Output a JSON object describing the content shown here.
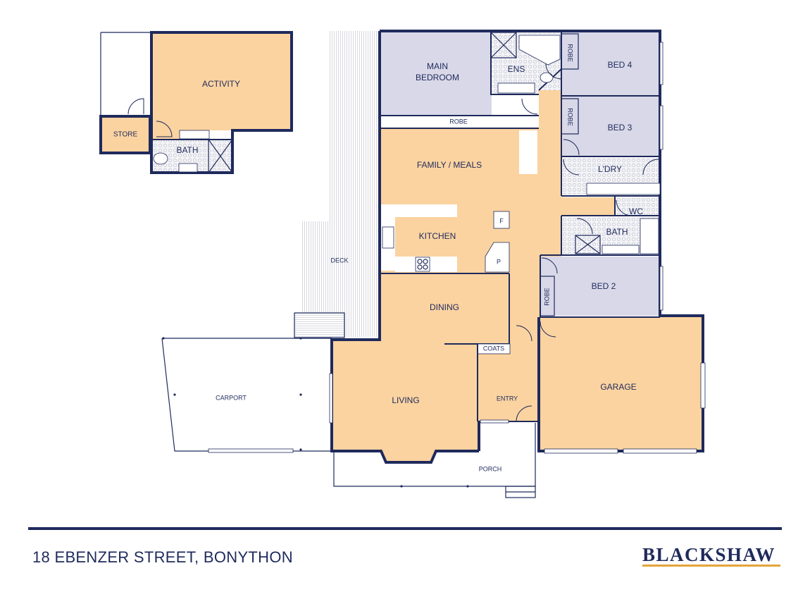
{
  "rooms": {
    "activity": "ACTIVITY",
    "store": "STORE",
    "studio_bath": "BATH",
    "main_bedroom_line1": "MAIN",
    "main_bedroom_line2": "BEDROOM",
    "ensuite": "ENS",
    "robe_main": "ROBE",
    "robe_bed4": "ROBE",
    "robe_bed3": "ROBE",
    "robe_bed2": "ROBE",
    "bed4": "BED 4",
    "bed3": "BED 3",
    "bed2": "BED 2",
    "laundry": "L'DRY",
    "wc": "WC",
    "bath": "BATH",
    "family_meals": "FAMILY / MEALS",
    "kitchen": "KITCHEN",
    "fridge": "F",
    "pantry": "P",
    "deck": "DECK",
    "dining": "DINING",
    "coats": "COATS",
    "living": "LIVING",
    "entry": "ENTRY",
    "garage": "GARAGE",
    "carport": "CARPORT",
    "porch": "PORCH"
  },
  "footer": {
    "address": "18 EBENZER STREET, BONYTHON",
    "brand": "BLACKSHAW"
  },
  "colors": {
    "wall": "#1f2a5c",
    "living_area": "#fbd3a0",
    "bedroom_area": "#d8d8e8",
    "brand_accent": "#e4a53b"
  }
}
